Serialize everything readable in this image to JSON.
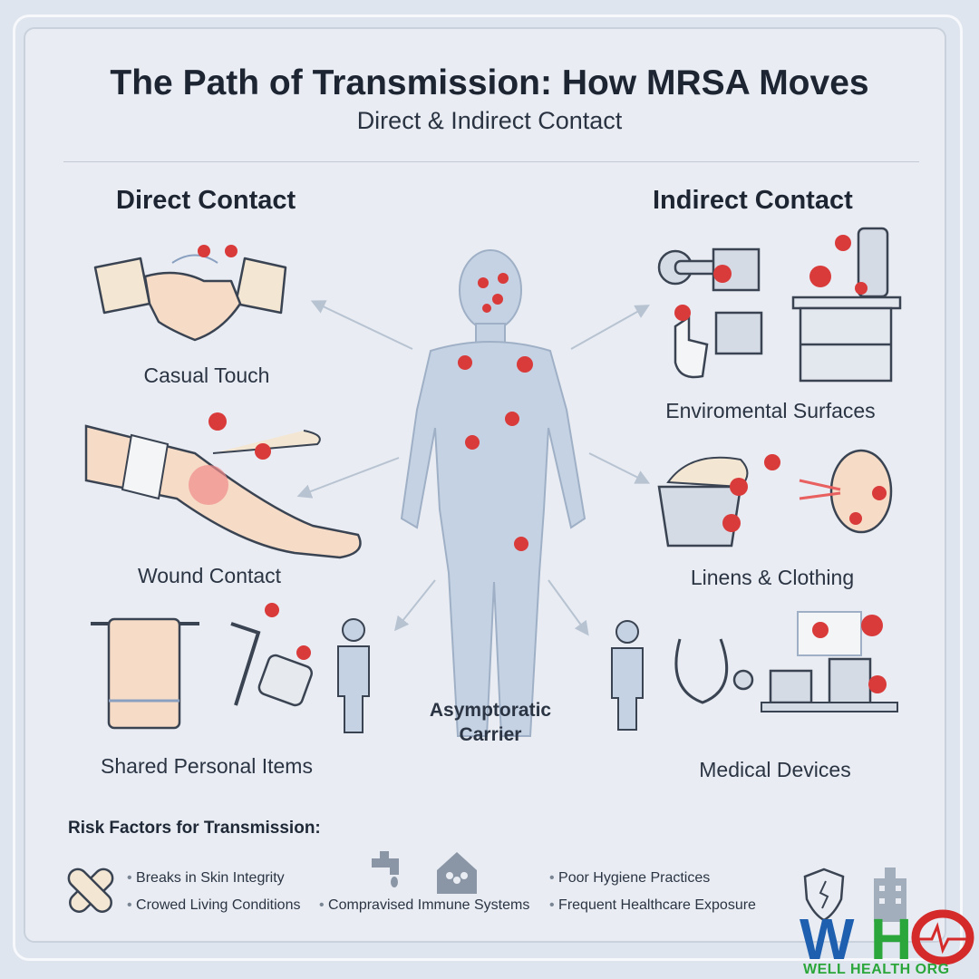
{
  "header": {
    "title": "The Path of Transmission: How MRSA Moves",
    "subtitle": "Direct & Indirect Contact"
  },
  "direct": {
    "heading": "Direct Contact",
    "items": [
      {
        "label": "Casual Touch",
        "icon": "handshake-icon"
      },
      {
        "label": "Wound Contact",
        "icon": "bandaged-arm-icon"
      },
      {
        "label": "Shared Personal Items",
        "icon": "towel-razor-icon"
      }
    ]
  },
  "center": {
    "label_line1": "Asymptoratic",
    "label_line2": "Carrier"
  },
  "indirect": {
    "heading": "Indirect Contact",
    "items": [
      {
        "label": "Enviromental Surfaces",
        "icon": "door-handle-remote-icon"
      },
      {
        "label": "Linens & Clothing",
        "icon": "laundry-basket-icon"
      },
      {
        "label": "Medical Devices",
        "icon": "stethoscope-monitor-icon"
      }
    ]
  },
  "risk": {
    "heading": "Risk Factors for Transmission:",
    "items": [
      "Breaks in Skin Integrity",
      "Crowed Living Conditions",
      "Compravised Immune Systems",
      "Poor Hygiene Practices",
      "Frequent Healthcare Exposure"
    ]
  },
  "logo": {
    "text": "WHO",
    "caption": "WELL HEALTH ORG"
  },
  "colors": {
    "germ": "#d93a3a",
    "body": "#c5d2e3",
    "logo_blue": "#1f5fb0",
    "logo_green": "#2aa63a",
    "logo_red": "#d42a2a"
  }
}
